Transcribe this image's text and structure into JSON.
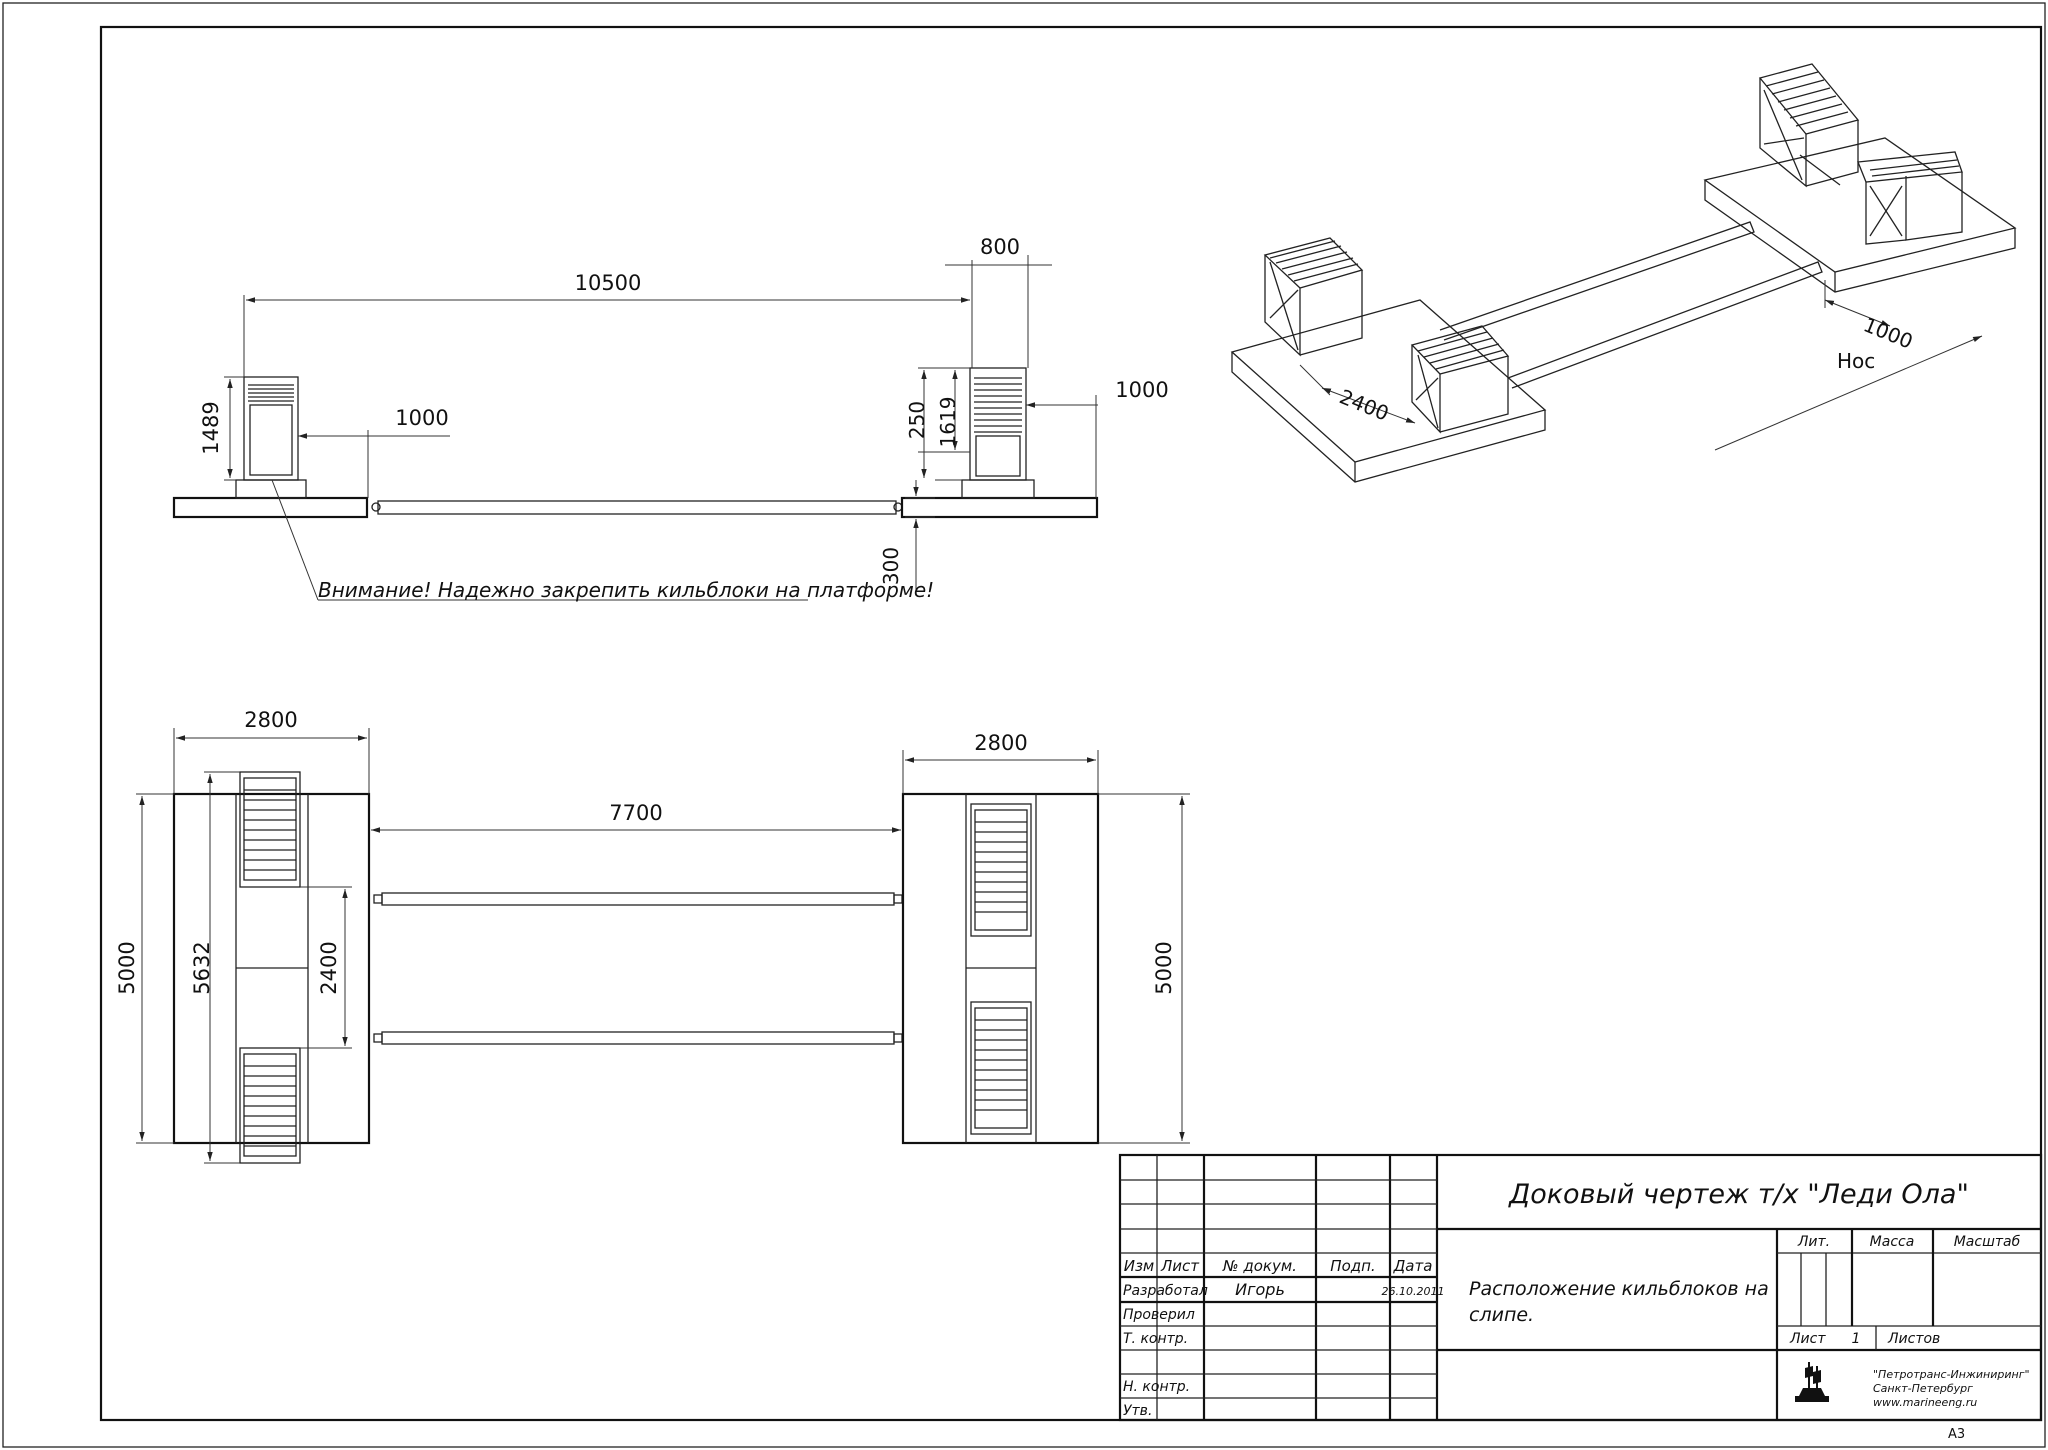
{
  "drawing": {
    "side_view": {
      "dim_total_length": "10500",
      "dim_block_width": "800",
      "dim_left_block_height": "1489",
      "dim_left_gap": "1000",
      "dim_right_gap": "1000",
      "dim_right_top": "250",
      "dim_right_height": "1619",
      "dim_platform_height": "300",
      "warning_note": "Внимание! Надежно закрепить кильблоки на платформе!"
    },
    "plan_view": {
      "dim_left_width": "2800",
      "dim_right_width": "2800",
      "dim_beam_length": "7700",
      "dim_left_length": "5000",
      "dim_block_span": "5632",
      "dim_inner_span": "2400",
      "dim_right_length": "5000"
    },
    "iso_view": {
      "dim_front": "1000",
      "label_bow": "Нос",
      "dim_width": "2400"
    }
  },
  "title_block": {
    "title": "Доковый чертеж т/х \"Леди Ола\"",
    "subtitle_line1": "Расположение кильблоков на",
    "subtitle_line2": "слипе.",
    "headers": {
      "izm": "Изм",
      "list": "Лист",
      "doc_no": "№ докум.",
      "sign": "Подп.",
      "date": "Дата",
      "lit": "Лит.",
      "mass": "Масса",
      "scale": "Масштаб"
    },
    "roles": {
      "developed": "Разработал",
      "checked": "Проверил",
      "t_control": "Т. контр.",
      "n_control": "Н. контр.",
      "approved": "Утв."
    },
    "developer_name": "Игорь",
    "developer_date": "26.10.2011",
    "sheet_label": "Лист",
    "sheet_number": "1",
    "sheets_label": "Листов",
    "company_line1": "\"Петротранс-Инжиниринг\"",
    "company_line2": "Санкт-Петербург",
    "company_line3": "www.marineeng.ru",
    "format": "А3"
  }
}
